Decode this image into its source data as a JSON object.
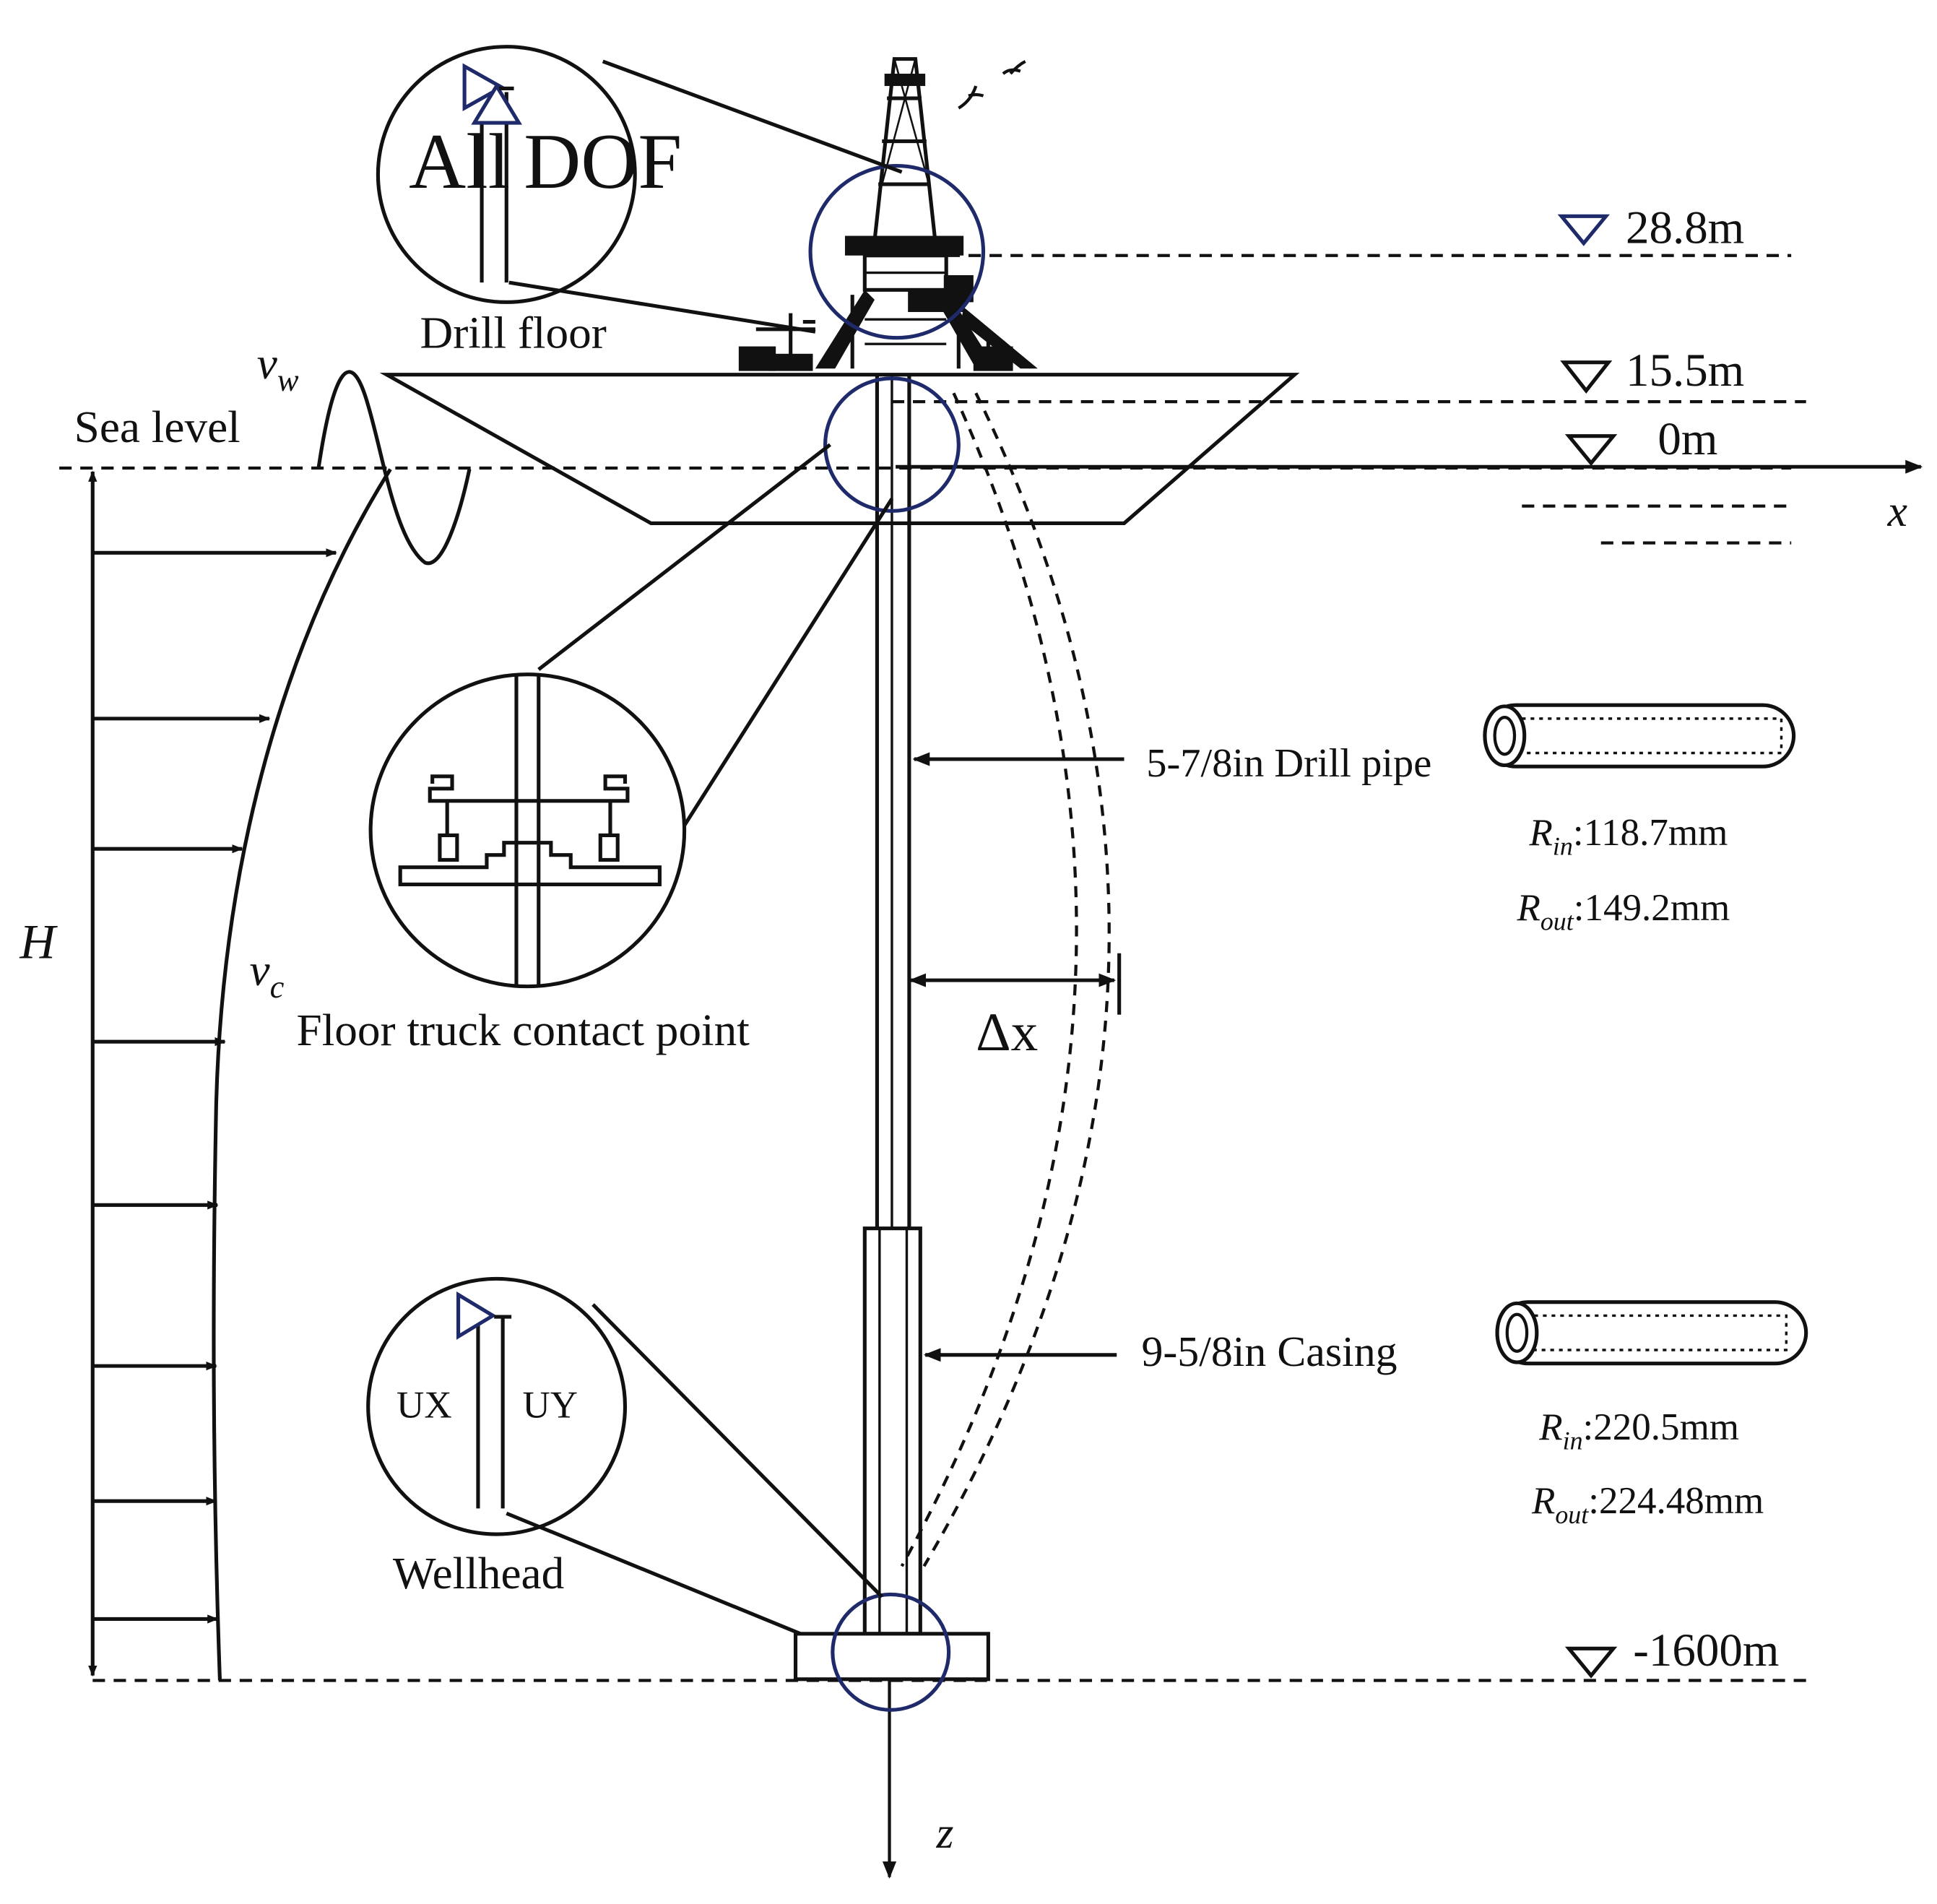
{
  "labels": {
    "drill_floor": "Drill floor",
    "sea_level": "Sea level",
    "floor_truck": "Floor truck contact point",
    "wellhead": "Wellhead",
    "all": "All",
    "dof": "DOF",
    "ux": "UX",
    "uy": "UY",
    "drill_pipe": "5-7/8in Drill pipe",
    "casing": "9-5/8in Casing",
    "delta_x": "Δx",
    "axis_x": "x",
    "axis_z": "z",
    "height": "H",
    "vw_main": "v",
    "vw_sub": "w",
    "vc_main": "v",
    "vc_sub": "c"
  },
  "elevations": {
    "derrick": "28.8m",
    "floor": "15.5m",
    "sea": "0m",
    "seabed": "-1600m"
  },
  "pipe_specs": {
    "drill_pipe": {
      "rin_sub": "in",
      "rin_value": ":118.7mm",
      "rout_sub": "out",
      "rout_value": ":149.2mm"
    },
    "casing": {
      "rin_sub": "in",
      "rin_value": ":220.5mm",
      "rout_sub": "out",
      "rout_value": ":224.48mm"
    }
  },
  "colors": {
    "line": "#111111",
    "highlight_circle": "#1f2a6b"
  }
}
